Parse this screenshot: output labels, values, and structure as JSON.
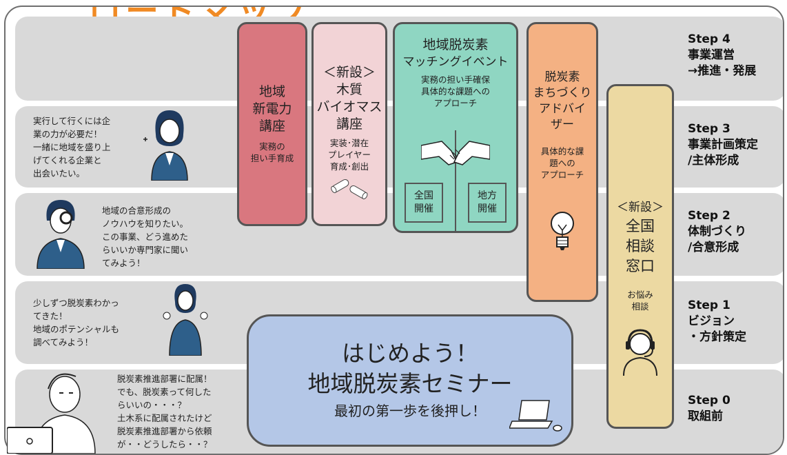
{
  "header": {
    "title": "ロードマップ"
  },
  "steps": [
    {
      "id": "step4",
      "label": "Step 4",
      "desc": "事業運営",
      "desc2": "→推進・発展"
    },
    {
      "id": "step3",
      "label": "Step 3",
      "desc": "事業計画策定",
      "desc2": "/主体形成"
    },
    {
      "id": "step2",
      "label": "Step 2",
      "desc": "体制づくり",
      "desc2": "/合意形成"
    },
    {
      "id": "step1",
      "label": "Step 1",
      "desc": "ビジョン",
      "desc2": "・方針策定"
    },
    {
      "id": "step0",
      "label": "Step 0",
      "desc": "取組前",
      "desc2": ""
    }
  ],
  "quotes": {
    "q3": [
      "実行して行くには企",
      "業の力が必要だ！",
      "一緒に地域を盛り上",
      "げてくれる企業と",
      "出会いたい。"
    ],
    "q2": [
      "地域の合意形成の",
      "ノウハウを知りたい。",
      "この事業、どう進めた",
      "らいいか専門家に聞い",
      "てみよう！"
    ],
    "q1": [
      "少しずつ脱炭素わかっ",
      "てきた！",
      "地域のポテンシャルも",
      "調べてみよう！"
    ],
    "q0": [
      "脱炭素推進部署に配属！",
      "でも、脱炭素って何した",
      "らいいの・・・？",
      "土木系に配属されたけど",
      "脱炭素推進部署から依頼",
      "が・・どうしたら・・？"
    ]
  },
  "cards": {
    "denryoku": {
      "title1": "地域",
      "title2": "新電力",
      "title3": "講座",
      "sub1": "実務の",
      "sub2": "担い手育成"
    },
    "biomass": {
      "new": "＜新設＞",
      "title1": "木質",
      "title2": "バイオマス",
      "title3": "講座",
      "sub1": "実装･潜在",
      "sub2": "プレイヤー",
      "sub3": "育成･創出"
    },
    "matching": {
      "title1": "地域脱炭素",
      "title2": "マッチングイベント",
      "sub1": "実務の担い手確保",
      "sub2": "具体的な課題への",
      "sub3": "アプローチ",
      "box_left1": "全国",
      "box_left2": "開催",
      "box_right1": "地方",
      "box_right2": "開催"
    },
    "advisor": {
      "title1": "脱炭素",
      "title2": "まちづくり",
      "title3": "アドバイ",
      "title4": "ザー",
      "sub1": "具体的な課",
      "sub2": "題への",
      "sub3": "アプローチ"
    },
    "consult": {
      "new": "＜新設＞",
      "title1": "全国",
      "title2": "相談",
      "title3": "窓口",
      "sub1": "お悩み",
      "sub2": "相談"
    }
  },
  "seminar": {
    "line1": "はじめよう！",
    "line2": "地域脱炭素セミナー",
    "line3": "最初の第一歩を後押し！"
  },
  "colors": {
    "band": "#d9d9d9",
    "denryoku": "#d9777f",
    "biomass": "#f2d3d6",
    "matching": "#8fd6c2",
    "advisor": "#f4b183",
    "consult": "#ecd9a2",
    "seminar": "#b4c7e7",
    "new_label": "#e60012",
    "title": "#f08a24"
  }
}
